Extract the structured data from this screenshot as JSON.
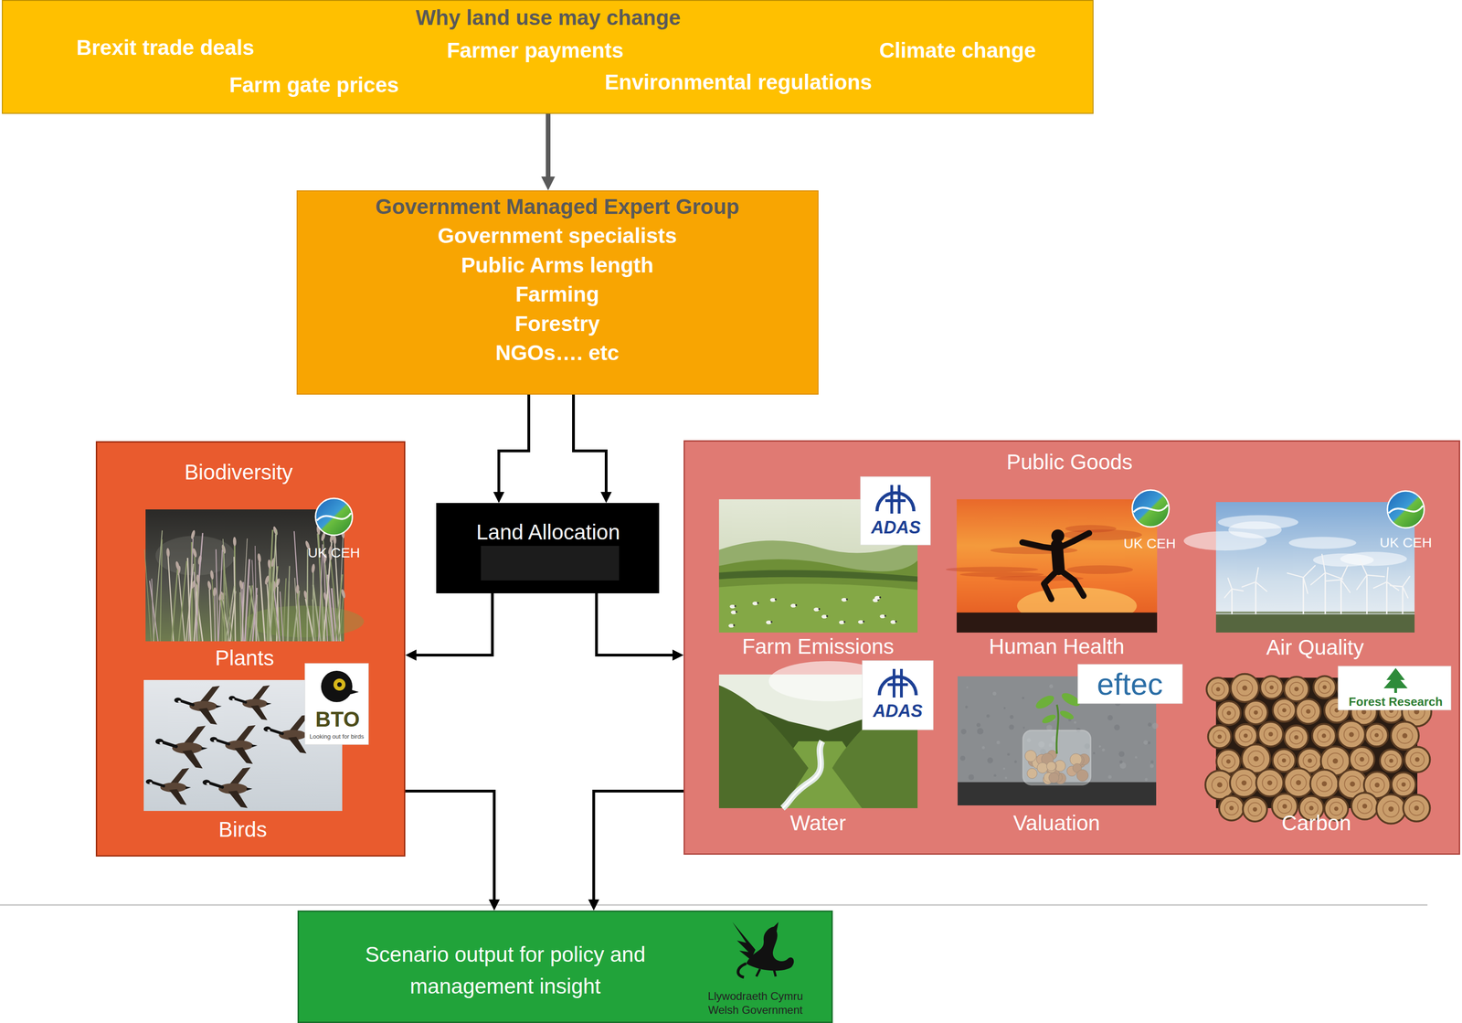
{
  "diagram": {
    "nodes": [
      {
        "text": [
          "Why land use may change",
          "Brexit trade deals",
          "Farmer payments",
          "Climate change",
          "Farm gate prices",
          "Environmental regulations"
        ]
      },
      {
        "text": [
          "Government Managed Expert Group",
          "Government specialists",
          "Public Arms length",
          "Farming",
          "Forestry",
          "NGOs…. etc"
        ]
      },
      {
        "text": [
          "Biodiversity"
        ]
      },
      {
        "text": [
          "Plants"
        ],
        "in": 2
      },
      {
        "text": [
          "Birds"
        ],
        "in": 2
      },
      {
        "text": [
          "Land Allocation"
        ]
      },
      {
        "text": [
          "Public Goods"
        ]
      },
      {
        "text": [
          "Farm Emissions"
        ],
        "in": 6
      },
      {
        "text": [
          "Human Health"
        ],
        "in": 6
      },
      {
        "text": [
          "Air Quality"
        ],
        "in": 6
      },
      {
        "text": [
          "Water"
        ],
        "in": 6
      },
      {
        "text": [
          "Valuation"
        ],
        "in": 6
      },
      {
        "text": [
          "Carbon"
        ],
        "in": 6
      },
      {
        "text": [
          "Scenario output for policy and management insight"
        ]
      }
    ],
    "edges": [
      {
        "from": 0,
        "to": 1,
        "arrow": "to"
      },
      {
        "from": 1,
        "to": 5,
        "arrow": "to"
      },
      {
        "from": 1,
        "to": 5,
        "arrow": "to"
      },
      {
        "from": 5,
        "to": 2,
        "arrow": "to"
      },
      {
        "from": 5,
        "to": 6,
        "arrow": "to"
      },
      {
        "from": 2,
        "to": 13,
        "arrow": "to"
      },
      {
        "from": 6,
        "to": 13,
        "arrow": "to"
      }
    ],
    "labels": [
      "UK CEH",
      "ADAS",
      "UK CEH",
      "UK CEH",
      "BTO",
      "Looking out for birds",
      "ADAS",
      "eftec",
      "Forest Research",
      "Llywodraeth Cymru",
      "Welsh Government"
    ]
  }
}
